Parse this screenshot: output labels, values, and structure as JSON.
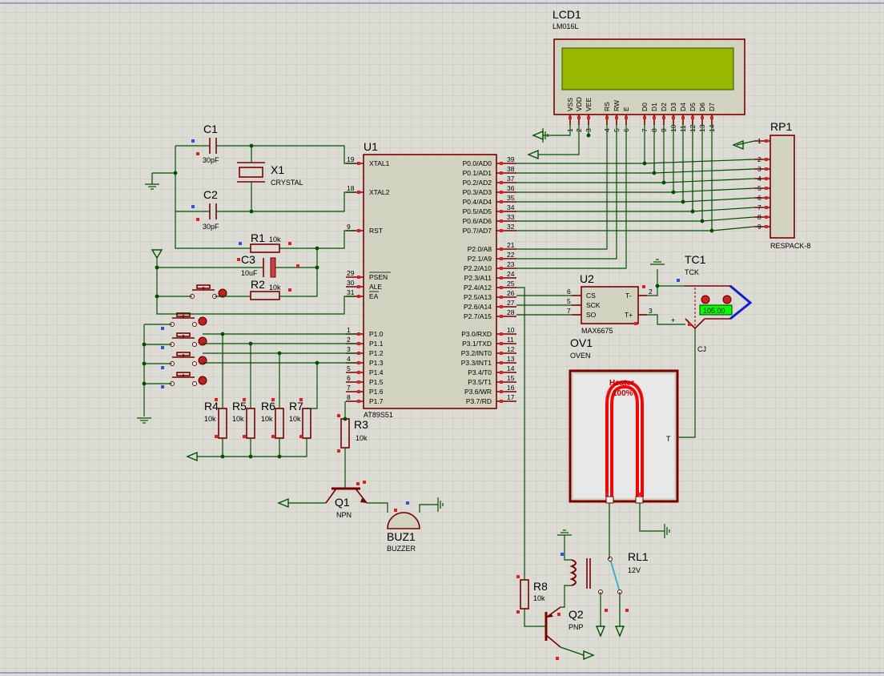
{
  "colors": {
    "background": "#dcdcd4",
    "grid": "#c6c6bc",
    "wire": "#005000",
    "body": "#7a0000",
    "lcd_screen": "#98b800",
    "heater": "#ff0000",
    "tc_blue": "#1020d0",
    "temp_display": "#00ff00"
  },
  "lcd": {
    "ref": "LCD1",
    "model": "LM016L",
    "pins": [
      {
        "n": "VSS",
        "num": "1"
      },
      {
        "n": "VDD",
        "num": "2"
      },
      {
        "n": "VEE",
        "num": "3"
      },
      {
        "n": "RS",
        "num": "4"
      },
      {
        "n": "RW",
        "num": "5"
      },
      {
        "n": "E",
        "num": "6"
      },
      {
        "n": "D0",
        "num": "7"
      },
      {
        "n": "D1",
        "num": "8"
      },
      {
        "n": "D2",
        "num": "9"
      },
      {
        "n": "D3",
        "num": "10"
      },
      {
        "n": "D4",
        "num": "11"
      },
      {
        "n": "D5",
        "num": "12"
      },
      {
        "n": "D6",
        "num": "13"
      },
      {
        "n": "D7",
        "num": "14"
      }
    ]
  },
  "mcu": {
    "ref": "U1",
    "model": "AT89S51",
    "left_pins": [
      {
        "n": "XTAL1",
        "num": "19"
      },
      {
        "n": "XTAL2",
        "num": "18"
      },
      {
        "n": "RST",
        "num": "9"
      },
      {
        "n": "PSEN",
        "num": "29"
      },
      {
        "n": "ALE",
        "num": "30"
      },
      {
        "n": "EA",
        "num": "31"
      },
      {
        "n": "P1.0",
        "num": "1"
      },
      {
        "n": "P1.1",
        "num": "2"
      },
      {
        "n": "P1.2",
        "num": "3"
      },
      {
        "n": "P1.3",
        "num": "4"
      },
      {
        "n": "P1.4",
        "num": "5"
      },
      {
        "n": "P1.5",
        "num": "6"
      },
      {
        "n": "P1.6",
        "num": "7"
      },
      {
        "n": "P1.7",
        "num": "8"
      }
    ],
    "right_pins": [
      {
        "n": "P0.0/AD0",
        "num": "39"
      },
      {
        "n": "P0.1/AD1",
        "num": "38"
      },
      {
        "n": "P0.2/AD2",
        "num": "37"
      },
      {
        "n": "P0.3/AD3",
        "num": "36"
      },
      {
        "n": "P0.4/AD4",
        "num": "35"
      },
      {
        "n": "P0.5/AD5",
        "num": "34"
      },
      {
        "n": "P0.6/AD6",
        "num": "33"
      },
      {
        "n": "P0.7/AD7",
        "num": "32"
      },
      {
        "n": "P2.0/A8",
        "num": "21"
      },
      {
        "n": "P2.1/A9",
        "num": "22"
      },
      {
        "n": "P2.2/A10",
        "num": "23"
      },
      {
        "n": "P2.3/A11",
        "num": "24"
      },
      {
        "n": "P2.4/A12",
        "num": "25"
      },
      {
        "n": "P2.5/A13",
        "num": "26"
      },
      {
        "n": "P2.6/A14",
        "num": "27"
      },
      {
        "n": "P2.7/A15",
        "num": "28"
      },
      {
        "n": "P3.0/RXD",
        "num": "10"
      },
      {
        "n": "P3.1/TXD",
        "num": "11"
      },
      {
        "n": "P3.2/INT0",
        "num": "12"
      },
      {
        "n": "P3.3/INT1",
        "num": "13"
      },
      {
        "n": "P3.4/T0",
        "num": "14"
      },
      {
        "n": "P3.5/T1",
        "num": "15"
      },
      {
        "n": "P3.6/WR",
        "num": "16"
      },
      {
        "n": "P3.7/RD",
        "num": "17"
      }
    ]
  },
  "rp1": {
    "ref": "RP1",
    "model": "RESPACK-8",
    "pins": [
      "1",
      "2",
      "3",
      "4",
      "5",
      "6",
      "7",
      "8",
      "9"
    ]
  },
  "u2": {
    "ref": "U2",
    "model": "MAX6675",
    "pins": [
      {
        "n": "CS",
        "num": "6"
      },
      {
        "n": "SCK",
        "num": "5"
      },
      {
        "n": "SO",
        "num": "7"
      },
      {
        "n": "T-",
        "num": "2"
      },
      {
        "n": "T+",
        "num": "3"
      }
    ]
  },
  "tc1": {
    "ref": "TC1",
    "model": "TCK",
    "reading": "105.00",
    "plus": "+",
    "cj": "CJ"
  },
  "oven": {
    "ref": "OV1",
    "model": "OVEN",
    "heater_label": "Heater",
    "heater_power": "100%",
    "t_label": "T"
  },
  "passives": {
    "c1": {
      "ref": "C1",
      "value": "30pF"
    },
    "c2": {
      "ref": "C2",
      "value": "30pF"
    },
    "c3": {
      "ref": "C3",
      "value": "10uF"
    },
    "x1": {
      "ref": "X1",
      "value": "CRYSTAL"
    },
    "r1": {
      "ref": "R1",
      "value": "10k"
    },
    "r2": {
      "ref": "R2",
      "value": "10k"
    },
    "r3": {
      "ref": "R3",
      "value": "10k"
    },
    "r4": {
      "ref": "R4",
      "value": "10k"
    },
    "r5": {
      "ref": "R5",
      "value": "10k"
    },
    "r6": {
      "ref": "R6",
      "value": "10k"
    },
    "r7": {
      "ref": "R7",
      "value": "10k"
    },
    "r8": {
      "ref": "R8",
      "value": "10k"
    }
  },
  "q1": {
    "ref": "Q1",
    "type": "NPN"
  },
  "q2": {
    "ref": "Q2",
    "type": "PNP"
  },
  "buz1": {
    "ref": "BUZ1",
    "type": "BUZZER"
  },
  "rl1": {
    "ref": "RL1",
    "value": "12V"
  }
}
